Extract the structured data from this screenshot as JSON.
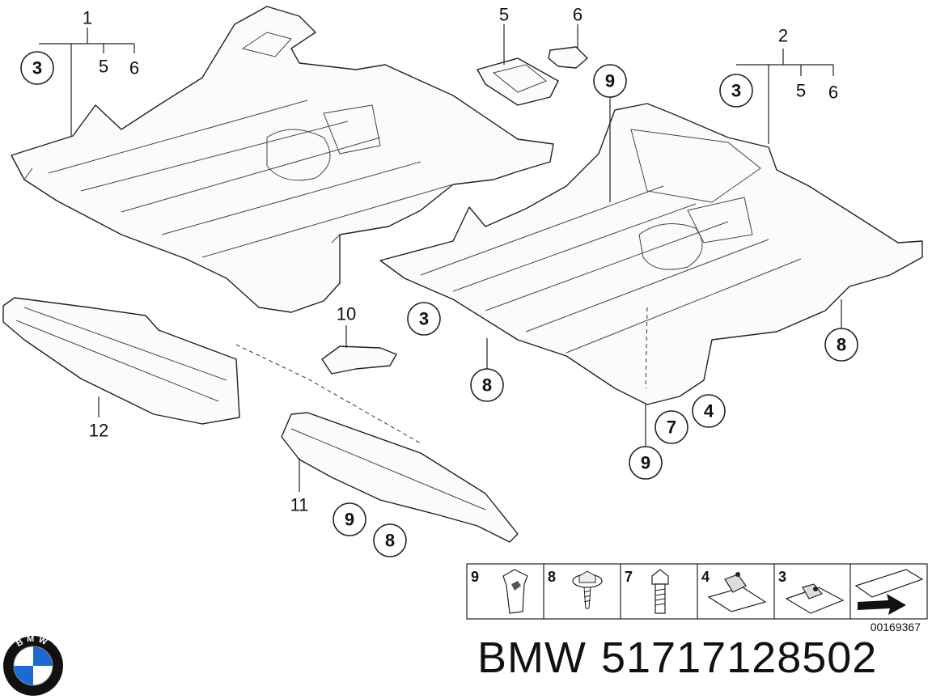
{
  "callouts": {
    "c1": "1",
    "c2": "2",
    "c3a": "3",
    "c3b": "3",
    "c3c": "3",
    "c4": "4",
    "c5a": "5",
    "c5b": "5",
    "c5c": "5",
    "c6a": "6",
    "c6b": "6",
    "c6c": "6",
    "c7": "7",
    "c8a": "8",
    "c8b": "8",
    "c8c": "8",
    "c9a": "9",
    "c9b": "9",
    "c9c": "9",
    "c10": "10",
    "c11": "11",
    "c12": "12"
  },
  "legend": {
    "items": [
      {
        "num": "9",
        "icon": "expanding-nut-icon"
      },
      {
        "num": "8",
        "icon": "flange-screw-icon"
      },
      {
        "num": "7",
        "icon": "hex-bolt-icon"
      },
      {
        "num": "4",
        "icon": "clip-nut-icon"
      },
      {
        "num": "3",
        "icon": "clip-nut-small-icon"
      },
      {
        "num": "",
        "icon": "direction-arrow-icon"
      }
    ],
    "code": "00169367"
  },
  "logo": {
    "text": "BMW",
    "colors": {
      "blue": "#1c69d4",
      "ring": "#111111",
      "white": "#ffffff"
    }
  },
  "footer": {
    "brand": "BMW",
    "part_number": "51717128502"
  }
}
